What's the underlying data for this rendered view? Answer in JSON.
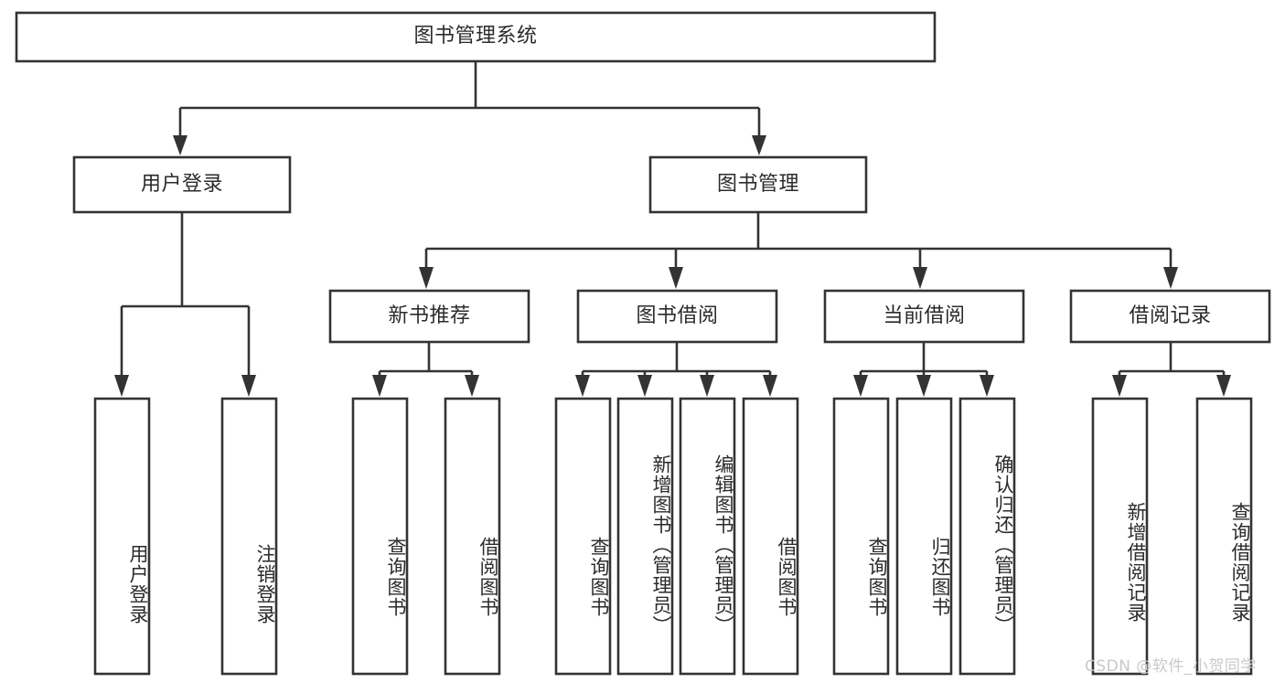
{
  "diagram": {
    "type": "tree-hierarchy-chart",
    "title": "图书管理系统",
    "orientation": "top-down",
    "style": {
      "box_fill": "#ffffff",
      "box_stroke": "#333333",
      "text_color": "#2b2b2b",
      "background": "#ffffff",
      "watermark_color": "#c9c9c9"
    },
    "levels": [
      {
        "level": 1,
        "nodes": [
          {
            "id": "root",
            "label": "图书管理系统",
            "text_orientation": "horizontal"
          }
        ]
      },
      {
        "level": 2,
        "nodes": [
          {
            "id": "login",
            "label": "用户登录",
            "text_orientation": "horizontal",
            "parent": "root"
          },
          {
            "id": "bookmgmt",
            "label": "图书管理",
            "text_orientation": "horizontal",
            "parent": "root"
          }
        ]
      },
      {
        "level": 3,
        "nodes": [
          {
            "id": "newbook",
            "label": "新书推荐",
            "text_orientation": "horizontal",
            "parent": "bookmgmt"
          },
          {
            "id": "borrow",
            "label": "图书借阅",
            "text_orientation": "horizontal",
            "parent": "bookmgmt"
          },
          {
            "id": "current",
            "label": "当前借阅",
            "text_orientation": "horizontal",
            "parent": "bookmgmt"
          },
          {
            "id": "record",
            "label": "借阅记录",
            "text_orientation": "horizontal",
            "parent": "bookmgmt"
          }
        ]
      },
      {
        "level": 4,
        "nodes": [
          {
            "id": "leaf-1",
            "label": "用户登录",
            "text_orientation": "vertical",
            "parent": "login"
          },
          {
            "id": "leaf-2",
            "label": "注销登录",
            "text_orientation": "vertical",
            "parent": "login"
          },
          {
            "id": "leaf-3",
            "label": "查询图书",
            "text_orientation": "vertical",
            "parent": "newbook"
          },
          {
            "id": "leaf-4",
            "label": "借阅图书",
            "text_orientation": "vertical",
            "parent": "newbook"
          },
          {
            "id": "leaf-5",
            "label": "查询图书",
            "text_orientation": "vertical",
            "parent": "borrow"
          },
          {
            "id": "leaf-6",
            "label": "新增图书（管理员）",
            "text_orientation": "vertical",
            "parent": "borrow"
          },
          {
            "id": "leaf-7",
            "label": "编辑图书（管理员）",
            "text_orientation": "vertical",
            "parent": "borrow"
          },
          {
            "id": "leaf-8",
            "label": "借阅图书",
            "text_orientation": "vertical",
            "parent": "borrow"
          },
          {
            "id": "leaf-9",
            "label": "查询图书",
            "text_orientation": "vertical",
            "parent": "current"
          },
          {
            "id": "leaf-10",
            "label": "归还图书",
            "text_orientation": "vertical",
            "parent": "current"
          },
          {
            "id": "leaf-11",
            "label": "确认归还（管理员）",
            "text_orientation": "vertical",
            "parent": "current"
          },
          {
            "id": "leaf-12",
            "label": "新增借阅记录",
            "text_orientation": "vertical",
            "parent": "record"
          },
          {
            "id": "leaf-13",
            "label": "查询借阅记录",
            "text_orientation": "vertical",
            "parent": "record"
          }
        ]
      }
    ]
  },
  "watermark": {
    "text": "CSDN @软件_小贺同学"
  }
}
